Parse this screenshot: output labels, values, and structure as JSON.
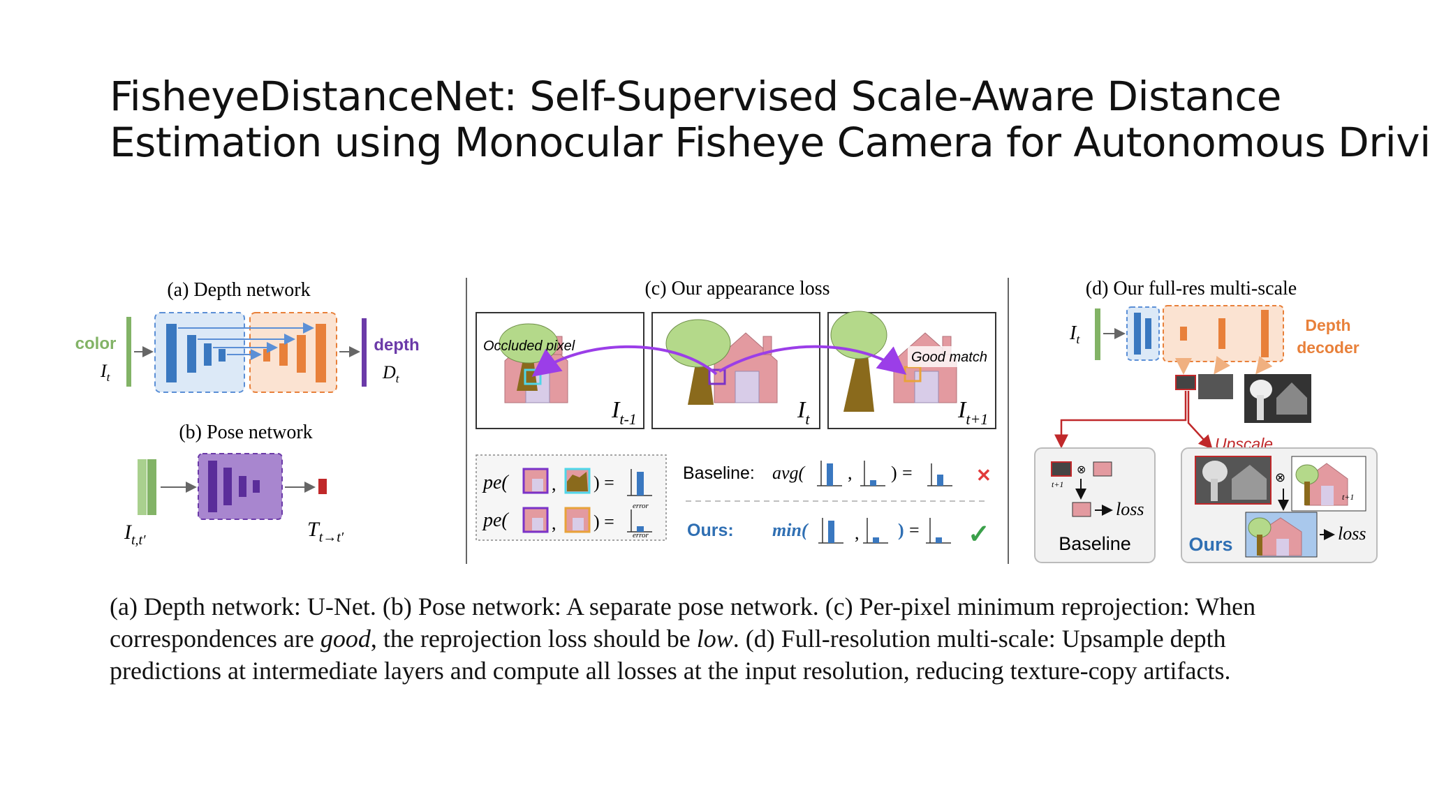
{
  "title": {
    "line1": "FisheyeDistanceNet: Self-Supervised Scale-Aware Distance",
    "line2": "Estimation using Monocular Fisheye Camera for Autonomous Driving"
  },
  "figure": {
    "panel_a": {
      "label": "(a) Depth network",
      "input_label": "color",
      "input_symbol": "I",
      "input_sub": "t",
      "output_label": "depth",
      "output_symbol": "D",
      "output_sub": "t"
    },
    "panel_b": {
      "label": "(b) Pose network",
      "input_symbol": "I",
      "input_sub": "t,t′",
      "output_symbol": "T",
      "output_sub": "t→t′"
    },
    "panel_c": {
      "label": "(c) Our appearance loss",
      "frame_prev": {
        "symbol": "I",
        "sub": "t-1"
      },
      "frame_cur": {
        "symbol": "I",
        "sub": "t"
      },
      "frame_next": {
        "symbol": "I",
        "sub": "t+1"
      },
      "occluded_label": "Occluded pixel",
      "good_match_label": "Good match",
      "pe_text": "pe(",
      "comma": ",",
      "close_eq": ") =",
      "error_sub": "error",
      "baseline_label": "Baseline:",
      "baseline_fn": "avg(",
      "ours_label": "Ours:",
      "ours_fn": "min(",
      "cross": "✕",
      "check": "✓"
    },
    "panel_d": {
      "label": "(d) Our full-res multi-scale",
      "input_symbol": "I",
      "input_sub": "t",
      "decoder_line1": "Depth",
      "decoder_line2": "decoder",
      "upscale_label": "Upscale",
      "baseline_label": "Baseline",
      "ours_label": "Ours",
      "loss_label": "loss",
      "frame_sub": "t+1",
      "otimes": "⊗"
    },
    "colors": {
      "green": "#82b366",
      "blue": "#3a78c0",
      "orange": "#e8803a",
      "purple": "#6b3aa8",
      "red": "#c0282a",
      "tree": "#b4d98a",
      "trunk": "#8a6a1c",
      "house": "#e39aa0",
      "door": "#d8cce8"
    }
  },
  "caption": {
    "line1": "(a) Depth network: U-Net. (b) Pose network: A separate pose network. (c) Per-pixel minimum reprojection: When",
    "line2_a": "correspondences are ",
    "line2_good": "good",
    "line2_b": ", the reprojection loss should be ",
    "line2_low": "low",
    "line2_c": ". (d) Full-resolution multi-scale: Upsample depth",
    "line3": "predictions at intermediate layers and compute all losses at the input resolution, reducing texture-copy artifacts."
  }
}
